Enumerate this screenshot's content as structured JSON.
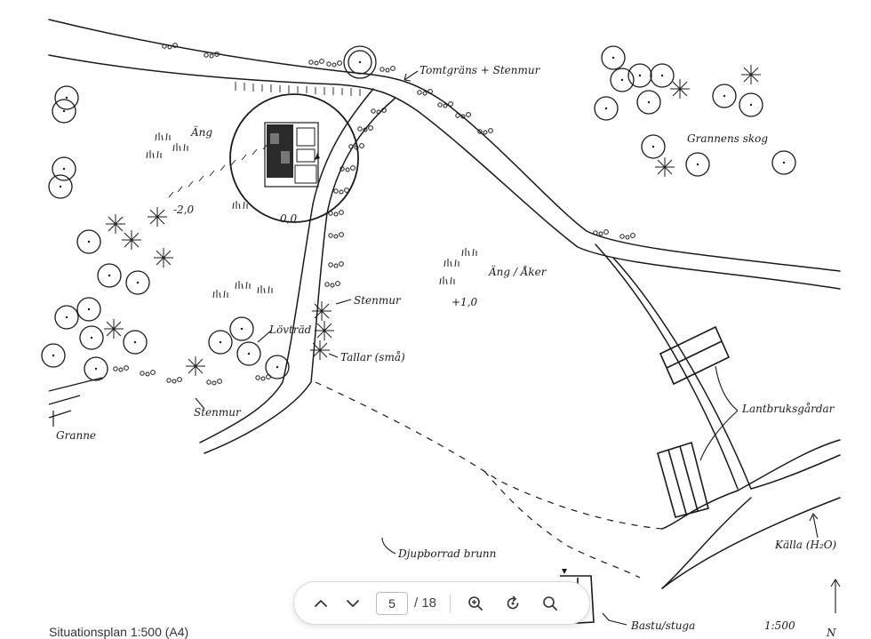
{
  "drawing": {
    "labels": {
      "tomtgrans": "Tomtgräns + Stenmur",
      "granne_skog": "Grannens skog",
      "ang": "Äng",
      "ang_aker": "Äng / Åker",
      "stenmur_1": "Stenmur",
      "lovtrad": "Lövträd",
      "tallar": "Tallar (små)",
      "stenmur_2": "Stenmur",
      "granne": "Granne",
      "lantbruksgardar": "Lantbruksgårdar",
      "kalla": "Källa (H₂O)",
      "djupborrad_brunn": "Djupborrad brunn",
      "bastu": "Bastu/stuga",
      "scale": "1:500",
      "north": "N",
      "elev_1": "-2,0",
      "elev_2": "0,0",
      "elev_3": "+1,0"
    }
  },
  "toolbar": {
    "current_page": "5",
    "total_pages": "/ 18",
    "icons": [
      "chevron-up-icon",
      "chevron-down-icon",
      "zoom-in-icon",
      "rotate-icon",
      "search-icon"
    ]
  },
  "caption": "Situationsplan 1:500 (A4)"
}
